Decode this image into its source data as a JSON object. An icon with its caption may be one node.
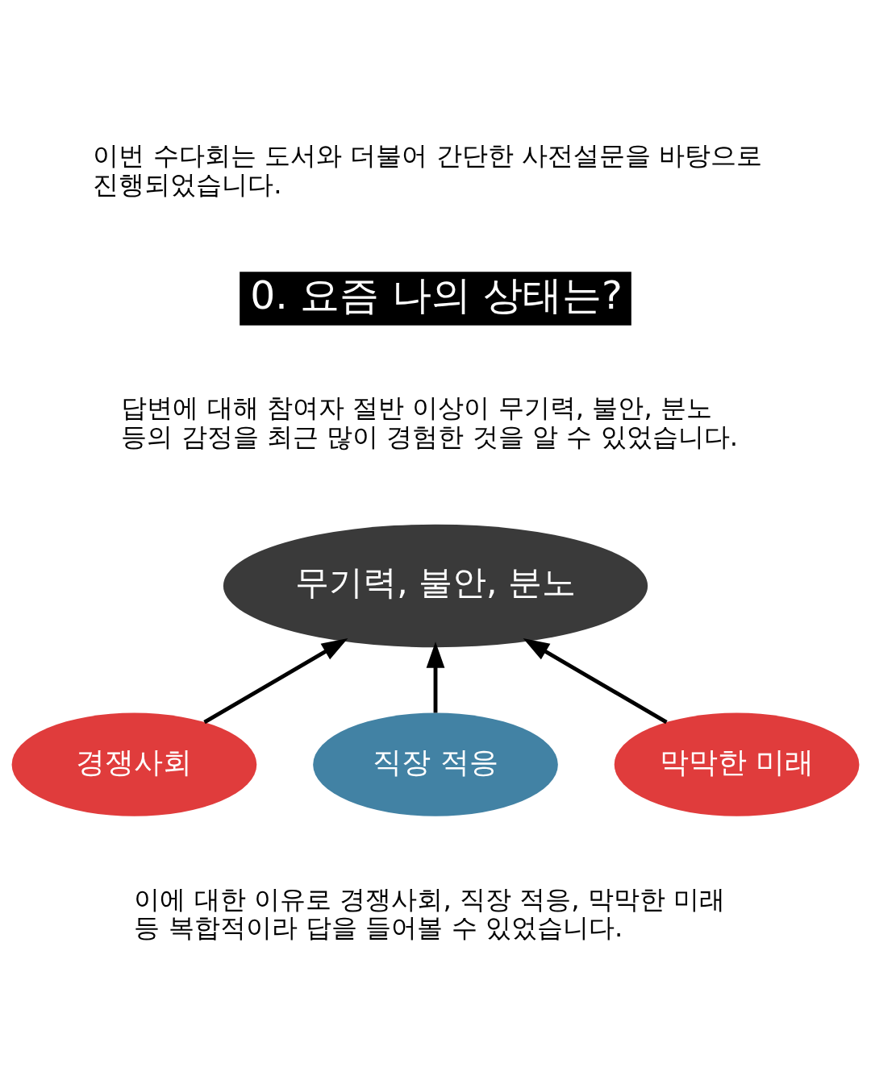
{
  "diagram": {
    "nodes": [
      {
        "text": [
          "무기력, 불안, 분노"
        ]
      },
      {
        "text": [
          "경쟁사회"
        ]
      },
      {
        "text": [
          "직장 적응"
        ]
      },
      {
        "text": [
          "막막한 미래"
        ]
      }
    ],
    "edges": [
      {
        "from": 1,
        "to": 0,
        "arrow": "to"
      },
      {
        "from": 2,
        "to": 0,
        "arrow": "to"
      },
      {
        "from": 3,
        "to": 0,
        "arrow": "to"
      }
    ],
    "labels": [
      "이번 수다회는 도서와 더불어 간단한 사전설문을 바탕으로 진행되었습니다.",
      "0. 요즘 나의 상태는?",
      "답변에 대해 참여자 절반 이상이 무기력, 불안, 분노 등의 감정을 최근 많이 경험한 것을 알 수 있었습니다.",
      "이에 대한 이유로 경쟁사회, 직장 적응, 막막한 미래 등 복합적이라 답을 들어볼 수 있었습니다."
    ]
  }
}
